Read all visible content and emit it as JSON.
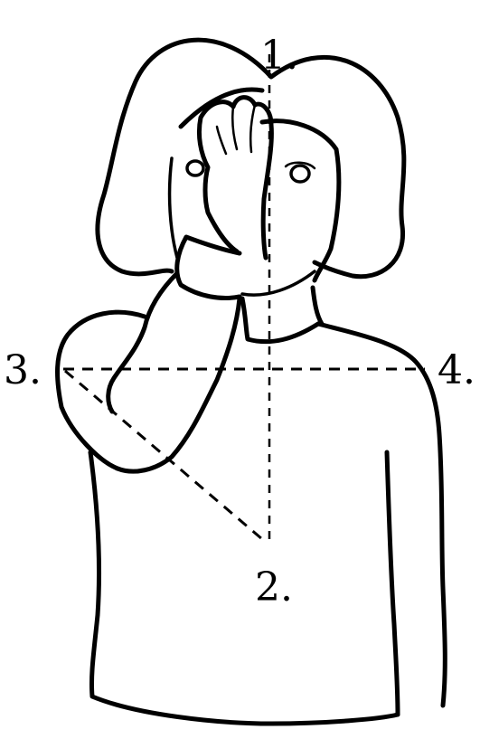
{
  "labels": {
    "p1": "1.",
    "p2": "2.",
    "p3": "3.",
    "p4": "4."
  },
  "colors": {
    "ink": "#000000",
    "background": "#ffffff"
  }
}
